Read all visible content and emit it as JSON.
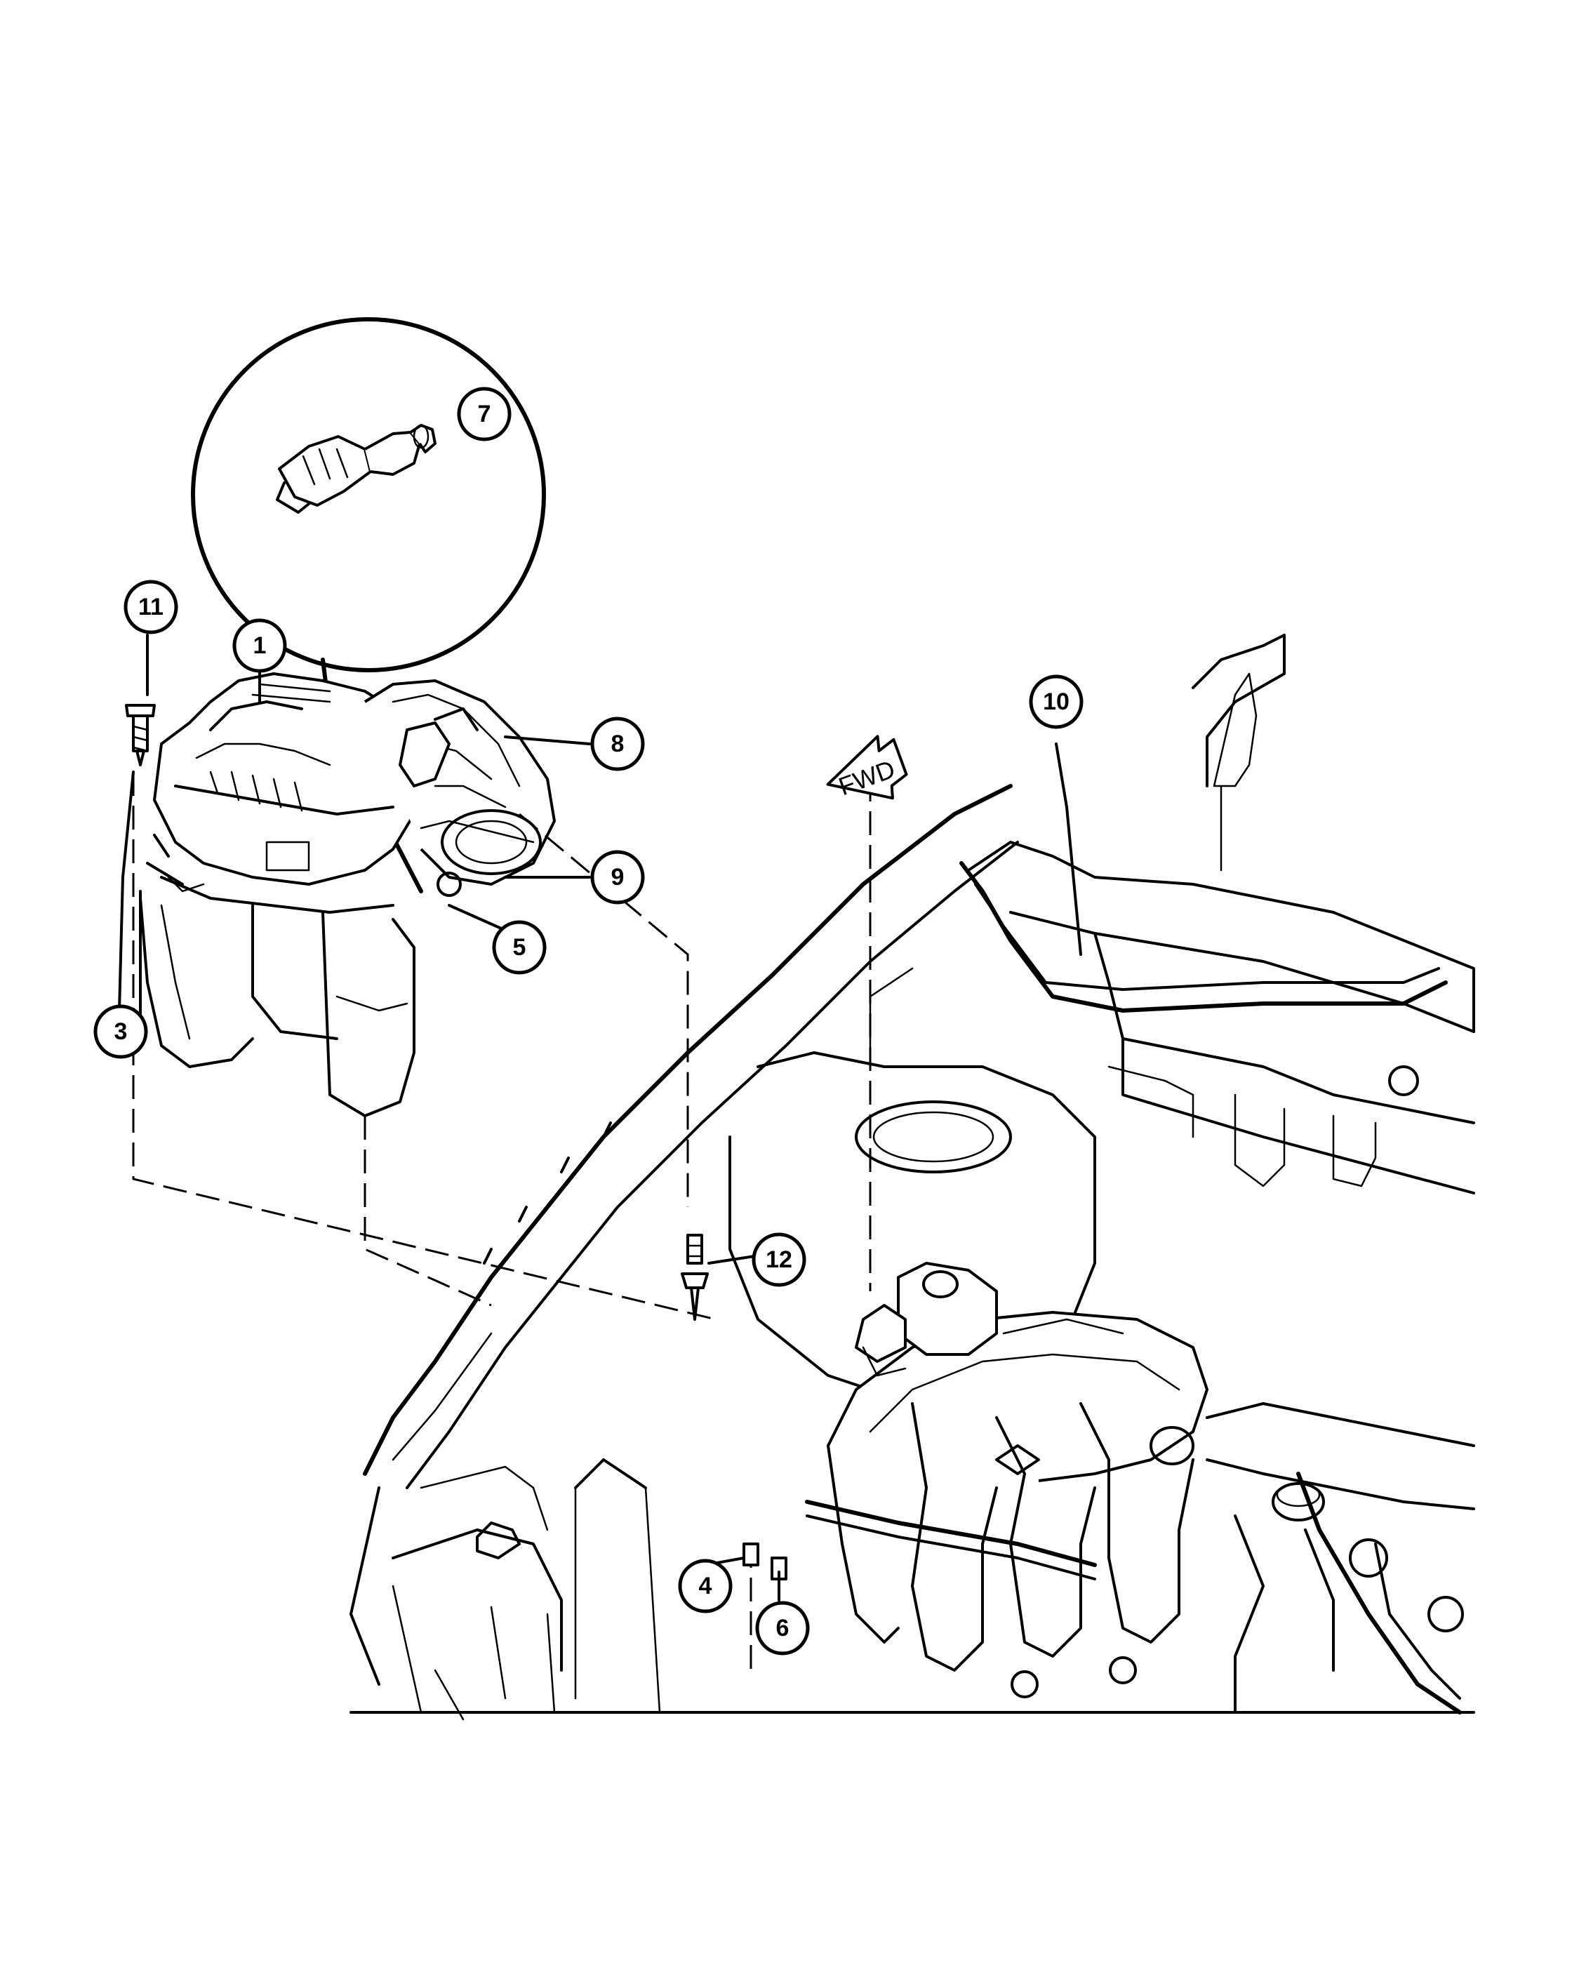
{
  "diagram": {
    "callouts": [
      {
        "id": "1",
        "label": "1"
      },
      {
        "id": "3",
        "label": "3"
      },
      {
        "id": "4",
        "label": "4"
      },
      {
        "id": "5",
        "label": "5"
      },
      {
        "id": "6",
        "label": "6"
      },
      {
        "id": "7",
        "label": "7"
      },
      {
        "id": "8",
        "label": "8"
      },
      {
        "id": "9",
        "label": "9"
      },
      {
        "id": "10",
        "label": "10"
      },
      {
        "id": "11",
        "label": "11"
      },
      {
        "id": "12",
        "label": "12"
      }
    ],
    "direction_arrow": {
      "label": "FWD"
    },
    "colors": {
      "line": "#000000",
      "background": "#ffffff"
    }
  }
}
